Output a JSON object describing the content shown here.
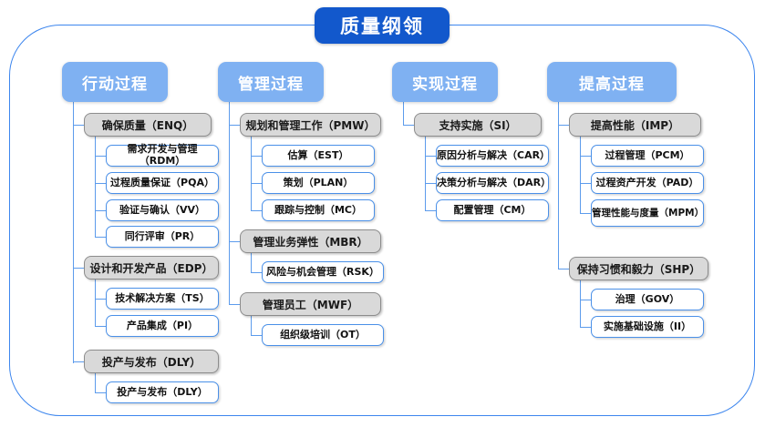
{
  "diagram": {
    "title": "质量纲领",
    "frame_color": "#3d86ee",
    "connector_color": "#5c9bec",
    "title_color": "#1258cc",
    "header_color": "#7fb1f2",
    "group_fill": "#d9d9d9",
    "group_border": "#8c8c8c",
    "leaf_border": "#4a90e8",
    "columns": [
      {
        "header": "行动过程",
        "groups": [
          {
            "label": "确保质量（ENQ）",
            "items": [
              "需求开发与管理（RDM）",
              "过程质量保证（PQA）",
              "验证与确认（VV）",
              "同行评审（PR）"
            ]
          },
          {
            "label": "设计和开发产品（EDP）",
            "items": [
              "技术解决方案（TS）",
              "产品集成（PI）"
            ]
          },
          {
            "label": "投产与发布（DLY）",
            "items": [
              "投产与发布（DLY）"
            ]
          }
        ]
      },
      {
        "header": "管理过程",
        "groups": [
          {
            "label": "规划和管理工作（PMW）",
            "items": [
              "估算（EST）",
              "策划（PLAN）",
              "跟踪与控制（MC）"
            ]
          },
          {
            "label": "管理业务弹性（MBR）",
            "items": [
              "风险与机会管理（RSK）"
            ]
          },
          {
            "label": "管理员工（MWF）",
            "items": [
              "组织级培训（OT）"
            ]
          }
        ]
      },
      {
        "header": "实现过程",
        "groups": [
          {
            "label": "支持实施（SI）",
            "items": [
              "原因分析与解决（CAR）",
              "决策分析与解决（DAR）",
              "配置管理（CM）"
            ]
          }
        ]
      },
      {
        "header": "提高过程",
        "groups": [
          {
            "label": "提高性能（IMP）",
            "items": [
              "过程管理（PCM）",
              "过程资产开发（PAD）",
              "管理性能与度量（MPM）"
            ]
          },
          {
            "label": "保持习惯和毅力（SHP）",
            "items": [
              "治理（GOV）",
              "实施基础设施（II）"
            ]
          }
        ]
      }
    ]
  }
}
